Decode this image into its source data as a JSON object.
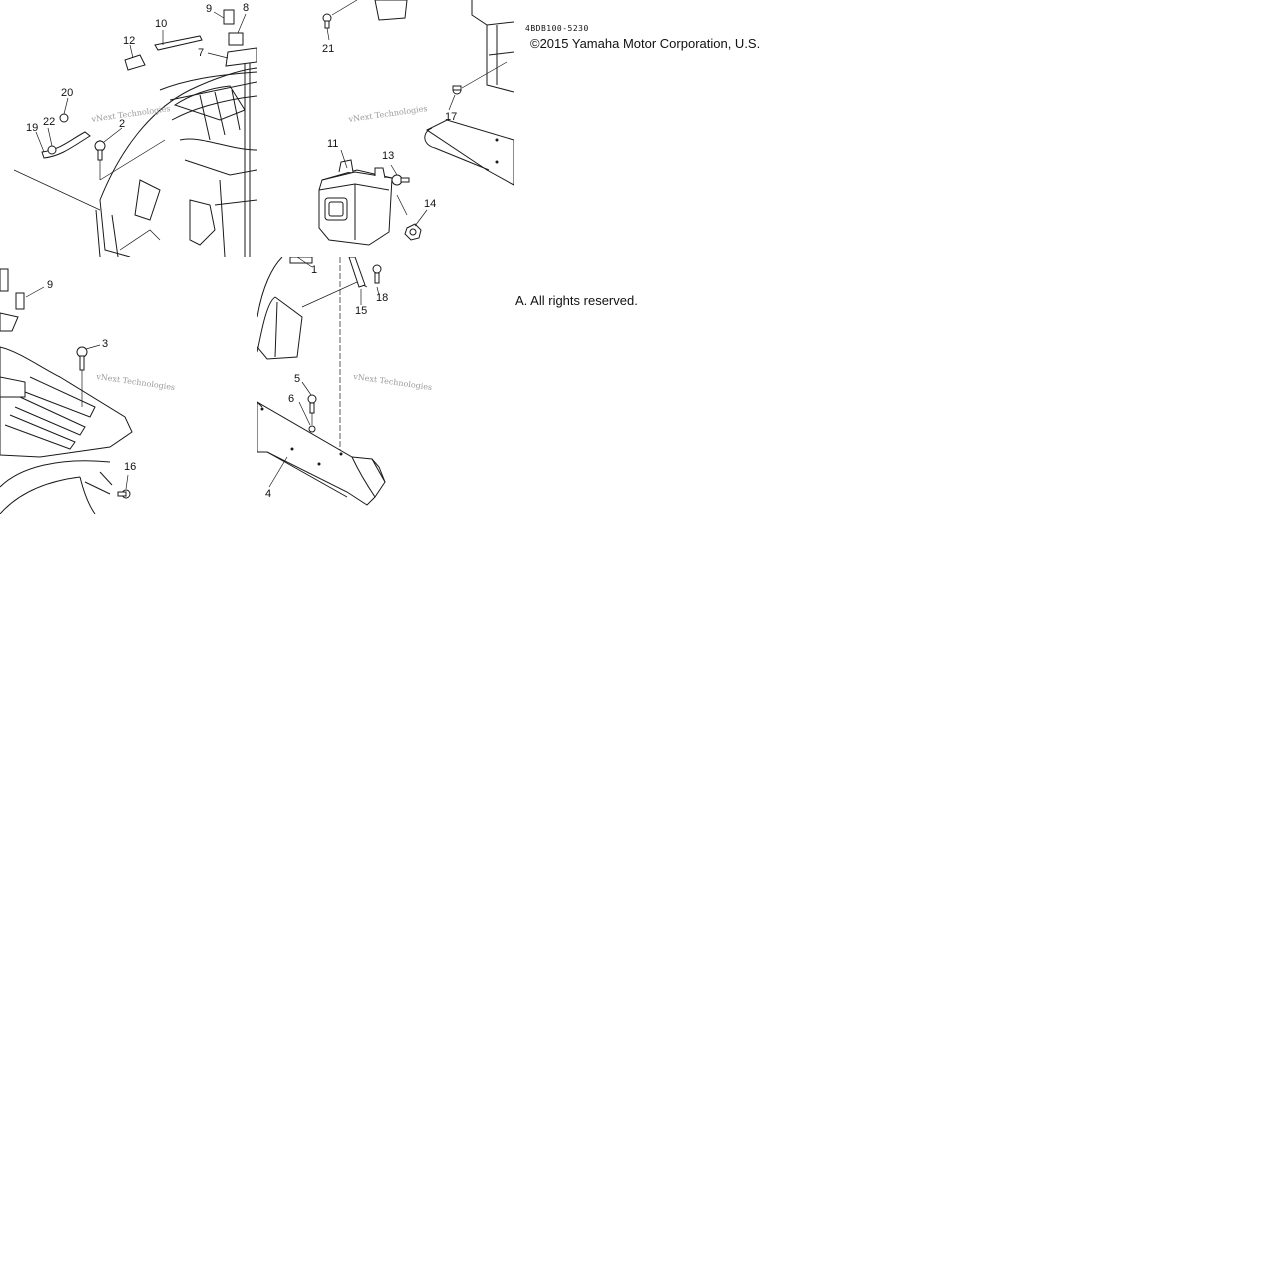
{
  "diagram": {
    "drawing_code": "4BDB100-5230",
    "copyright_line1": "©2015 Yamaha Motor Corporation, U.S.",
    "copyright_line2": "A. All rights reserved.",
    "watermark": "vNext Technologies",
    "callouts": [
      "1",
      "2",
      "3",
      "4",
      "5",
      "6",
      "7",
      "8",
      "9",
      "10",
      "11",
      "12",
      "13",
      "14",
      "15",
      "16",
      "17",
      "18",
      "19",
      "20",
      "21",
      "22"
    ]
  }
}
